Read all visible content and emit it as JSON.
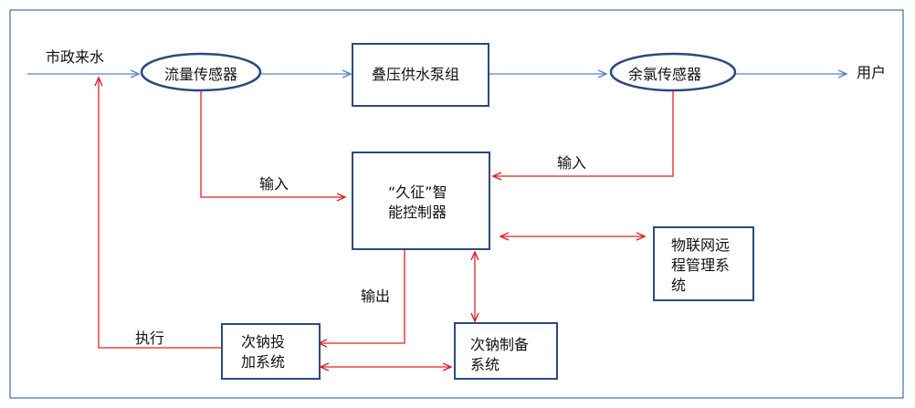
{
  "nodes": {
    "municipal_water": "市政来水",
    "flow_sensor": "流量传感器",
    "pump_set": "叠压供水泵组",
    "chlorine_sensor": "余氯传感器",
    "user": "用户",
    "controller_line1": "“久征”智",
    "controller_line2": "能控制器",
    "iot_line1": "物联网远",
    "iot_line2": "程管理系",
    "iot_line3": "统",
    "dosing_line1": "次钠投",
    "dosing_line2": "加系统",
    "prep_line1": "次钠制备",
    "prep_line2": "系统"
  },
  "edge_labels": {
    "input_left": "输入",
    "input_right": "输入",
    "output": "输出",
    "execute": "执行"
  },
  "colors": {
    "frame": "#3e6cb5",
    "flow_line": "#5b82c8",
    "signal_line": "#e02020",
    "box_border": "#2b4a7e"
  }
}
